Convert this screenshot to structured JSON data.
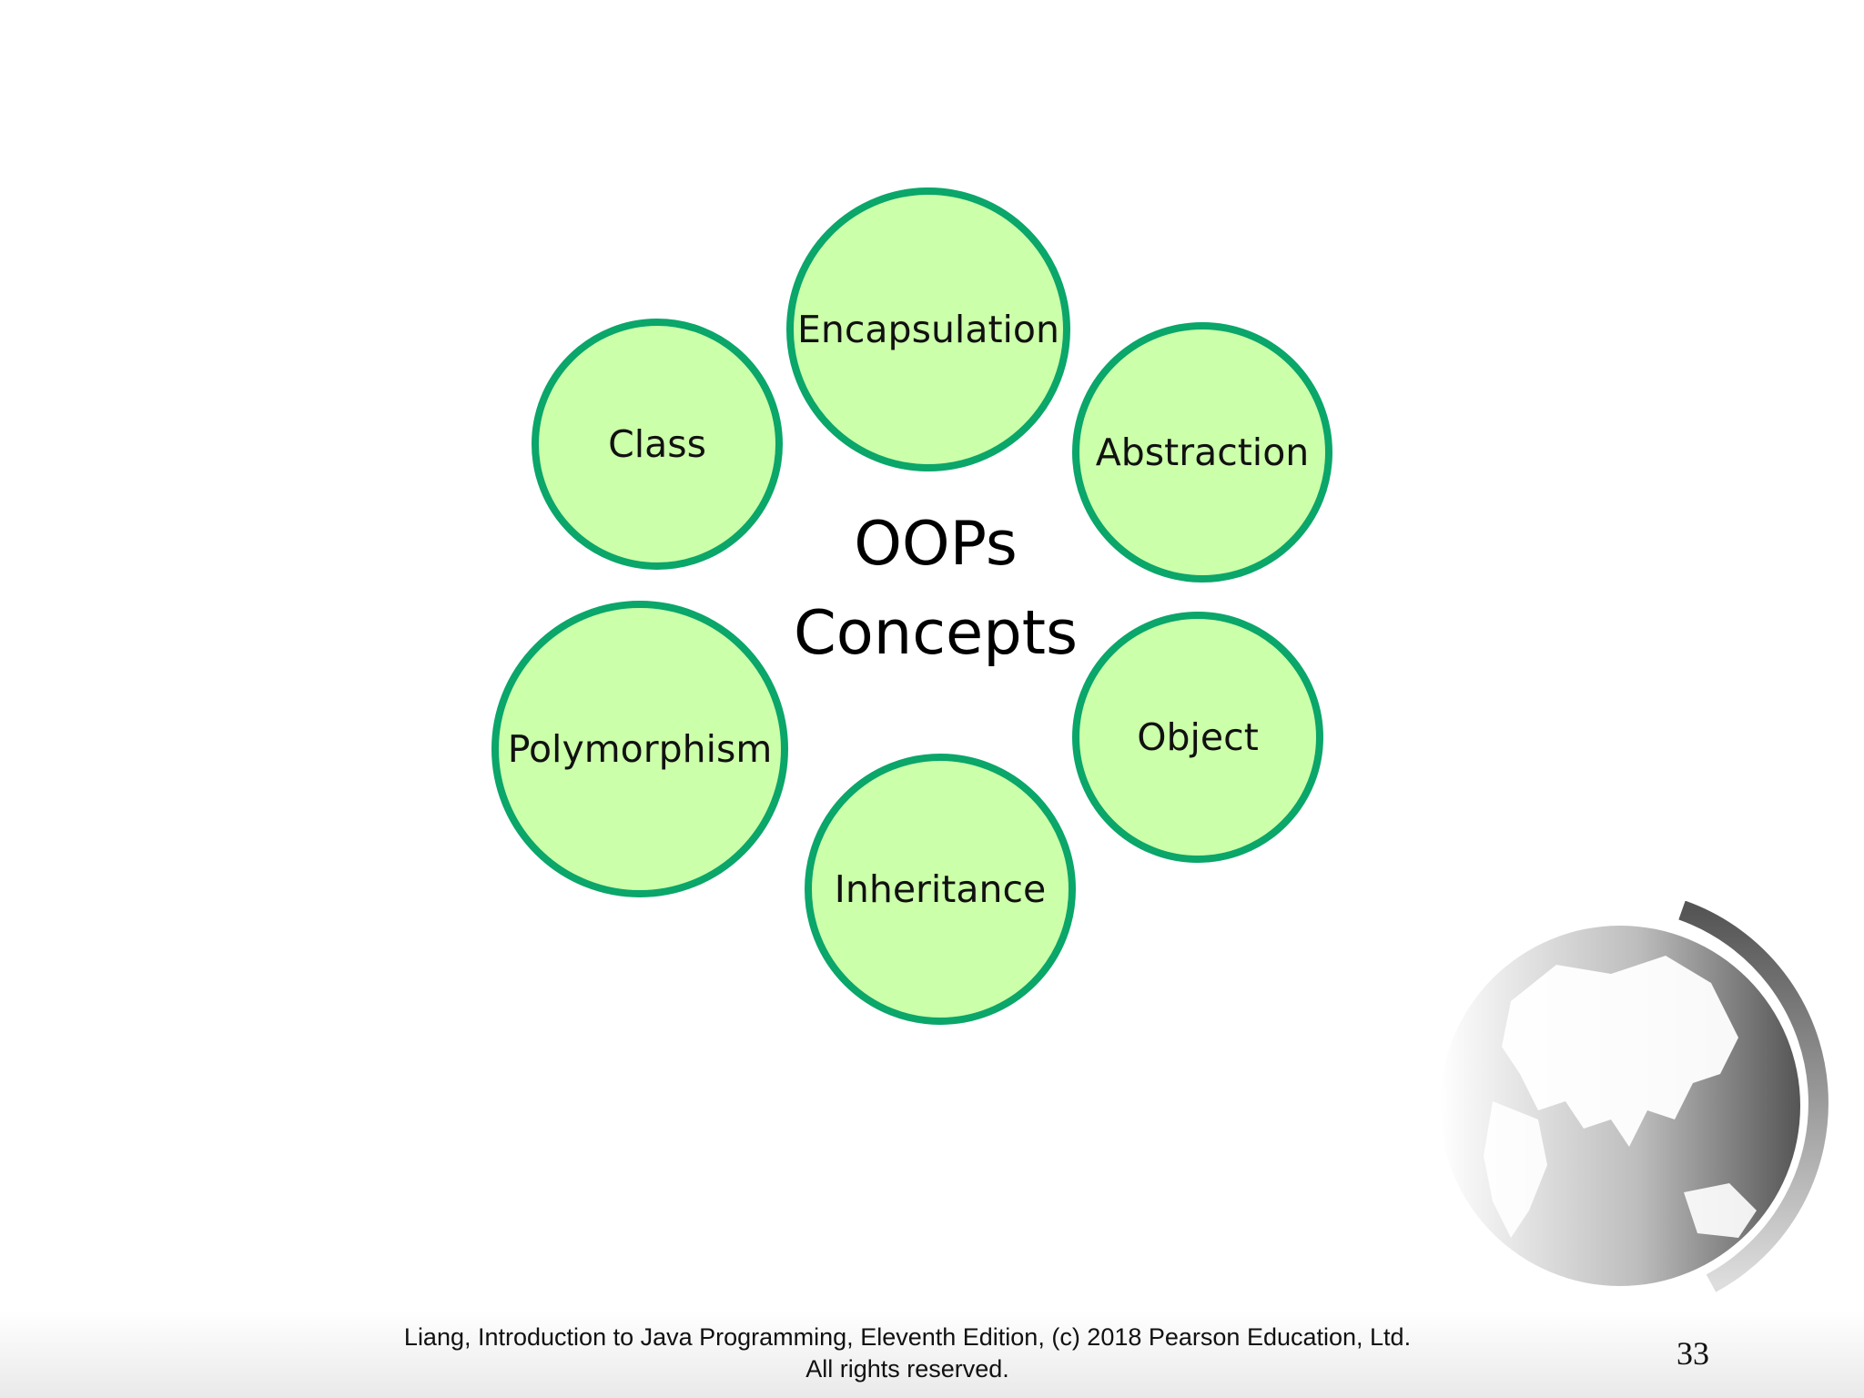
{
  "diagram": {
    "center_title": {
      "line1": "OOPs",
      "line2": "Concepts"
    },
    "concepts": {
      "encapsulation": "Encapsulation",
      "abstraction": "Abstraction",
      "object": "Object",
      "inheritance": "Inheritance",
      "polymorphism": "Polymorphism",
      "class": "Class"
    },
    "colors": {
      "circle_fill": "#ccffaa",
      "circle_stroke": "#0aa66a"
    }
  },
  "footer": {
    "line1": "Liang, Introduction to Java Programming, Eleventh Edition, (c) 2018 Pearson Education, Ltd.",
    "line2": "All rights reserved.",
    "page_number": "33"
  },
  "logo": {
    "icon": "globe-icon"
  }
}
